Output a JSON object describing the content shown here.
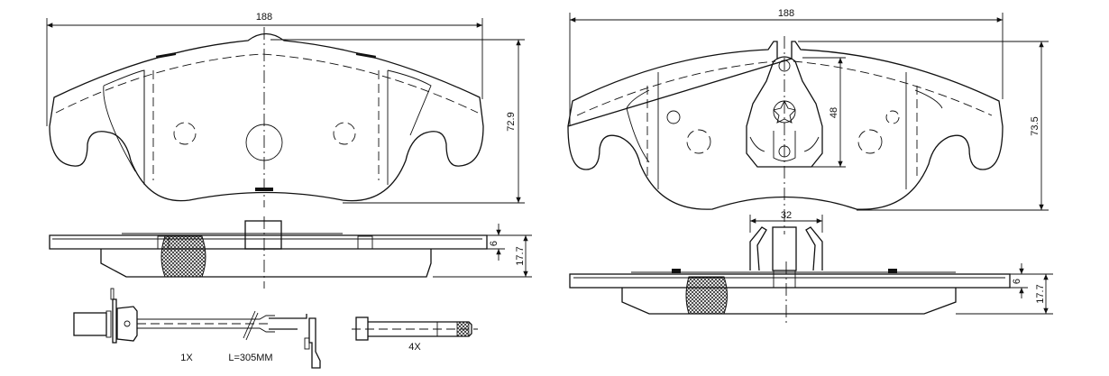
{
  "left_pad": {
    "width_dim": "188",
    "height_dim": "72.9",
    "plate_thickness_dim": "6",
    "total_thickness_dim": "17.7"
  },
  "right_pad": {
    "width_dim": "188",
    "height_dim": "73.5",
    "clip_height_dim": "48",
    "clip_width_dim": "32",
    "plate_thickness_dim": "6",
    "total_thickness_dim": "17.7"
  },
  "wear_sensor": {
    "quantity": "1X",
    "length": "L=305MM"
  },
  "bolt": {
    "quantity": "4X"
  }
}
